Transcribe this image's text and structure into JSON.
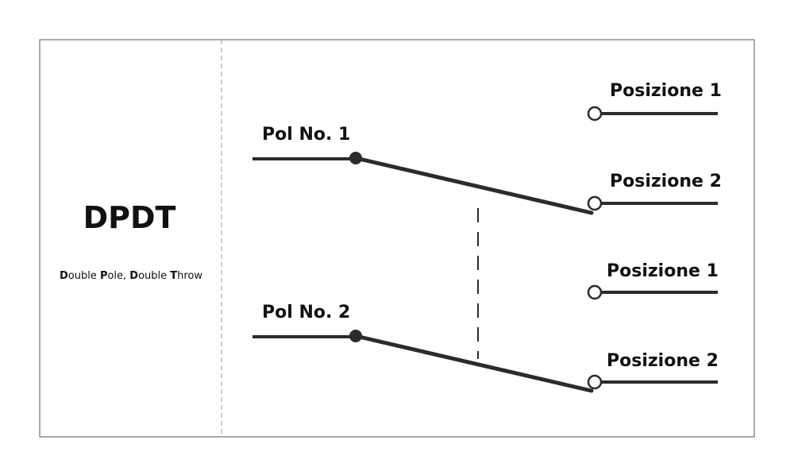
{
  "title": "DPDT",
  "subtitle": {
    "parts": [
      {
        "text": "D",
        "bold": true
      },
      {
        "text": "ouble ",
        "bold": false
      },
      {
        "text": "P",
        "bold": true
      },
      {
        "text": "ole, ",
        "bold": false
      },
      {
        "text": "D",
        "bold": true
      },
      {
        "text": "ouble ",
        "bold": false
      },
      {
        "text": "T",
        "bold": true
      },
      {
        "text": "hrow",
        "bold": false
      }
    ]
  },
  "poles": [
    {
      "label": "Pol No. 1",
      "connected_to": "Posizione 2"
    },
    {
      "label": "Pol No. 2",
      "connected_to": "Posizione 2"
    }
  ],
  "positions": [
    {
      "label": "Posizione 1",
      "pole": "Pol No. 1"
    },
    {
      "label": "Posizione 2",
      "pole": "Pol No. 1"
    },
    {
      "label": "Posizione 1",
      "pole": "Pol No. 2"
    },
    {
      "label": "Posizione 2",
      "pole": "Pol No. 2"
    }
  ],
  "colors": {
    "line": "#2b2b2b",
    "border": "#555555",
    "divider": "#999999",
    "text": "#111111"
  }
}
